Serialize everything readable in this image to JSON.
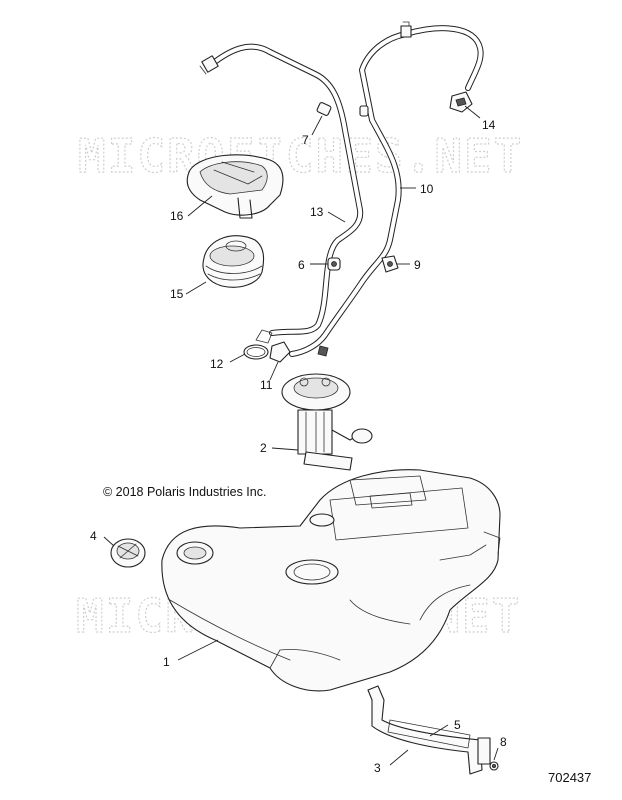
{
  "watermark": "MICROFICHES.NET",
  "copyright": "© 2018 Polaris Industries Inc.",
  "diagram_number": "702437",
  "callouts": {
    "c1": "1",
    "c2": "2",
    "c3": "3",
    "c4": "4",
    "c5": "5",
    "c6": "6",
    "c7": "7",
    "c8": "8",
    "c9": "9",
    "c10": "10",
    "c11": "11",
    "c12": "12",
    "c13": "13",
    "c14": "14",
    "c15": "15",
    "c16": "16"
  }
}
